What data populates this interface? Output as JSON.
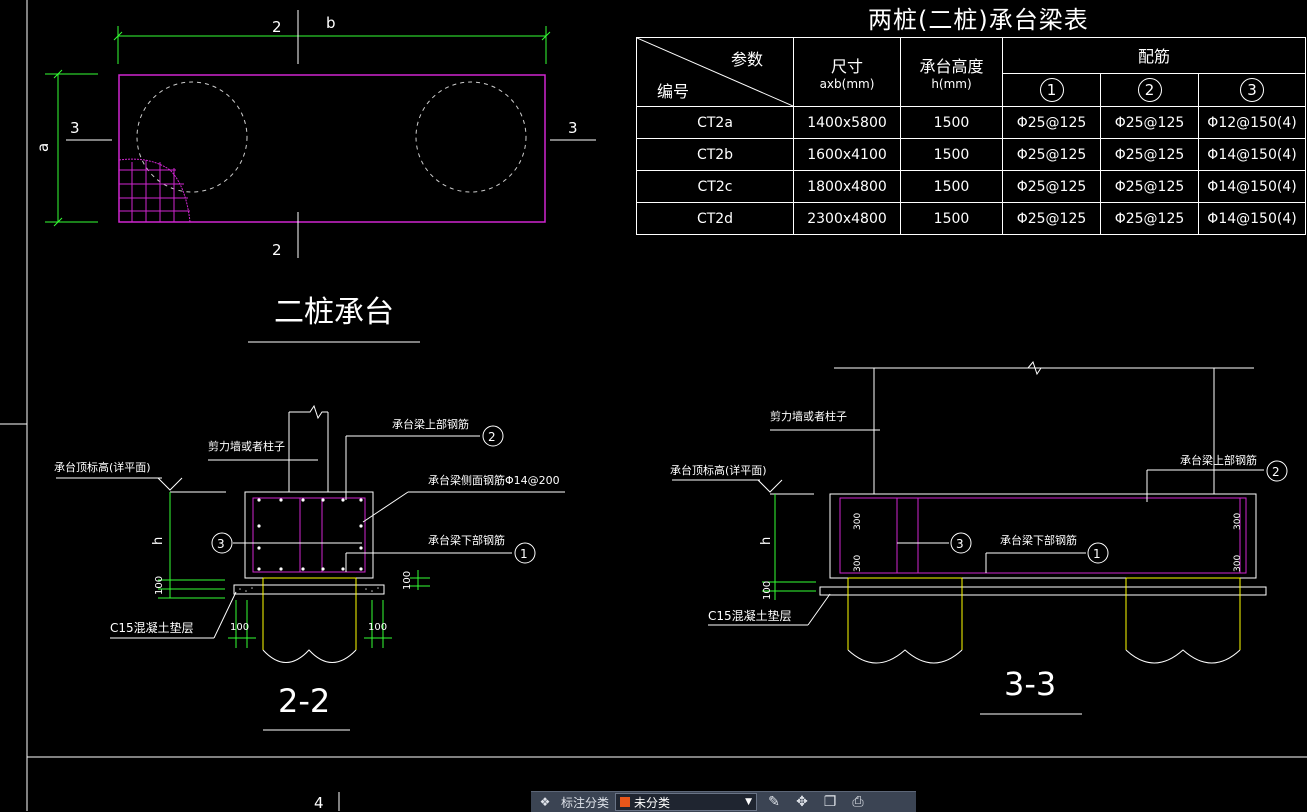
{
  "plan": {
    "dim_top": "b",
    "dim_left": "a",
    "section_2": "2",
    "section_3": "3",
    "title": "二桩承台"
  },
  "table": {
    "title": "两桩(二桩)承台梁表",
    "header": {
      "param": "参数",
      "code": "编号",
      "size": "尺寸",
      "size_unit": "axb(mm)",
      "height": "承台高度",
      "height_unit": "h(mm)",
      "rebar": "配筋",
      "r1": "1",
      "r2": "2",
      "r3": "3"
    },
    "rows": [
      {
        "code": "CT2a",
        "size": "1400x5800",
        "h": "1500",
        "r1": "Φ25@125",
        "r2": "Φ25@125",
        "r3": "Φ12@150(4)"
      },
      {
        "code": "CT2b",
        "size": "1600x4100",
        "h": "1500",
        "r1": "Φ25@125",
        "r2": "Φ25@125",
        "r3": "Φ14@150(4)"
      },
      {
        "code": "CT2c",
        "size": "1800x4800",
        "h": "1500",
        "r1": "Φ25@125",
        "r2": "Φ25@125",
        "r3": "Φ14@150(4)"
      },
      {
        "code": "CT2d",
        "size": "2300x4800",
        "h": "1500",
        "r1": "Φ25@125",
        "r2": "Φ25@125",
        "r3": "Φ14@150(4)"
      }
    ]
  },
  "sec22": {
    "wall": "剪力墙或者柱子",
    "top_level": "承台顶标高(详平面)",
    "top_bar": "承台梁上部钢筋",
    "side_bar": "承台梁侧面钢筋Φ14@200",
    "bottom_bar": "承台梁下部钢筋",
    "h": "h",
    "d100": "100",
    "pad": "C15混凝土垫层",
    "m1": "1",
    "m2": "2",
    "m3": "3",
    "title": "2-2"
  },
  "sec33": {
    "wall": "剪力墙或者柱子",
    "top_level": "承台顶标高(详平面)",
    "top_bar": "承台梁上部钢筋",
    "bottom_bar": "承台梁下部钢筋",
    "h": "h",
    "d100": "100",
    "d300": "300",
    "pad": "C15混凝土垫层",
    "m1": "1",
    "m2": "2",
    "m3": "3",
    "title": "3-3"
  },
  "misc": {
    "bottom_mark": "4"
  },
  "statusbar": {
    "label": "标注分类",
    "category": "未分类",
    "swatch_color": "#e8561a",
    "icons": [
      "layers-icon",
      "edit-icon",
      "move-icon",
      "copy-icon",
      "print-icon"
    ]
  }
}
